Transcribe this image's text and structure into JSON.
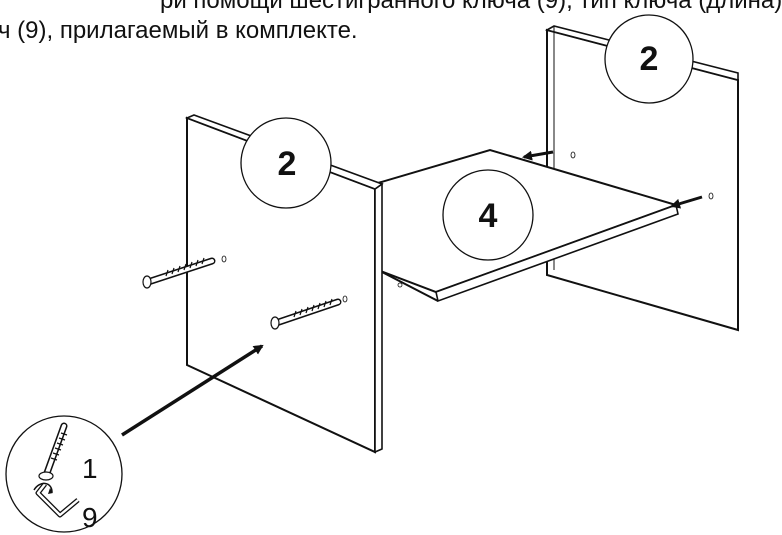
{
  "caption": {
    "line1": "ри помощи шестигранного ключа (9), тип ключа (длина)",
    "line2": "ч (9), прилагаемый в комплекте."
  },
  "labels": {
    "right_panel": "2",
    "left_panel": "2",
    "shelf": "4"
  },
  "detail": {
    "screw_number": "1",
    "key_number": "9"
  }
}
